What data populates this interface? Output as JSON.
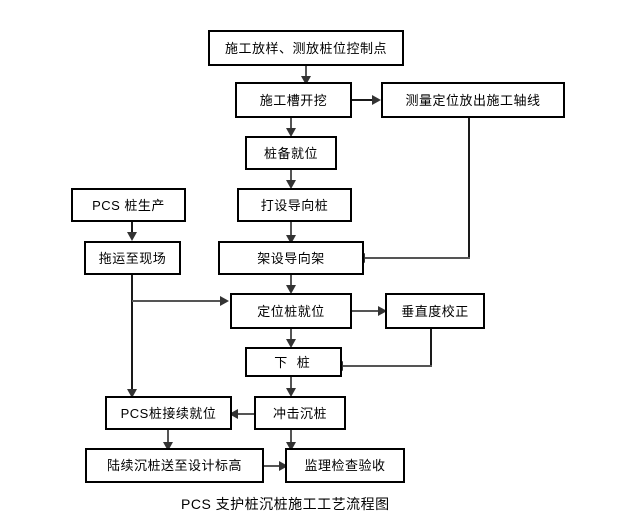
{
  "diagram": {
    "title": "PCS 支护桩沉桩施工工艺流程图",
    "caption": "PCS 支护桩沉桩施工工艺流程图",
    "type": "flowchart",
    "orientation": "top-to-bottom",
    "background_color": "#ffffff",
    "box_border_color": "#000000",
    "connector_color": "#555555",
    "text_color": "#000000",
    "nodes": [
      {
        "id": "n1",
        "label": "施工放样、测放桩位控制点"
      },
      {
        "id": "n2",
        "label": "施工槽开挖"
      },
      {
        "id": "n3",
        "label": "测量定位放出施工轴线"
      },
      {
        "id": "n4",
        "label": "桩备就位"
      },
      {
        "id": "n5",
        "label": "打设导向桩"
      },
      {
        "id": "n6",
        "label": "PCS 桩生产"
      },
      {
        "id": "n7",
        "label": "架设导向架"
      },
      {
        "id": "n8",
        "label": "拖运至现场"
      },
      {
        "id": "n9",
        "label": "定位桩就位"
      },
      {
        "id": "n10",
        "label": "垂直度校正"
      },
      {
        "id": "n11",
        "label": "下  桩"
      },
      {
        "id": "n12",
        "label": "PCS桩接续就位"
      },
      {
        "id": "n13",
        "label": "冲击沉桩"
      },
      {
        "id": "n14",
        "label": "陆续沉桩送至设计标高"
      },
      {
        "id": "n15",
        "label": "监理检查验收"
      }
    ],
    "edges": [
      {
        "from": "n1",
        "to": "n2",
        "direction": "down"
      },
      {
        "from": "n2",
        "to": "n3",
        "direction": "right"
      },
      {
        "from": "n2",
        "to": "n4",
        "direction": "down"
      },
      {
        "from": "n4",
        "to": "n5",
        "direction": "down"
      },
      {
        "from": "n5",
        "to": "n7",
        "direction": "down"
      },
      {
        "from": "n3",
        "to": "n7",
        "direction": "down-then-left"
      },
      {
        "from": "n6",
        "to": "n8",
        "direction": "down"
      },
      {
        "from": "n8",
        "to": "n9",
        "direction": "down-then-right"
      },
      {
        "from": "n8",
        "to": "n12",
        "direction": "down"
      },
      {
        "from": "n7",
        "to": "n9",
        "direction": "down"
      },
      {
        "from": "n9",
        "to": "n10",
        "direction": "right"
      },
      {
        "from": "n9",
        "to": "n11",
        "direction": "down"
      },
      {
        "from": "n10",
        "to": "n11",
        "direction": "down-then-left"
      },
      {
        "from": "n11",
        "to": "n13",
        "direction": "down"
      },
      {
        "from": "n13",
        "to": "n12",
        "direction": "left"
      },
      {
        "from": "n13",
        "to": "n15",
        "direction": "down"
      },
      {
        "from": "n12",
        "to": "n14",
        "direction": "down"
      },
      {
        "from": "n14",
        "to": "n15",
        "direction": "right"
      }
    ]
  }
}
